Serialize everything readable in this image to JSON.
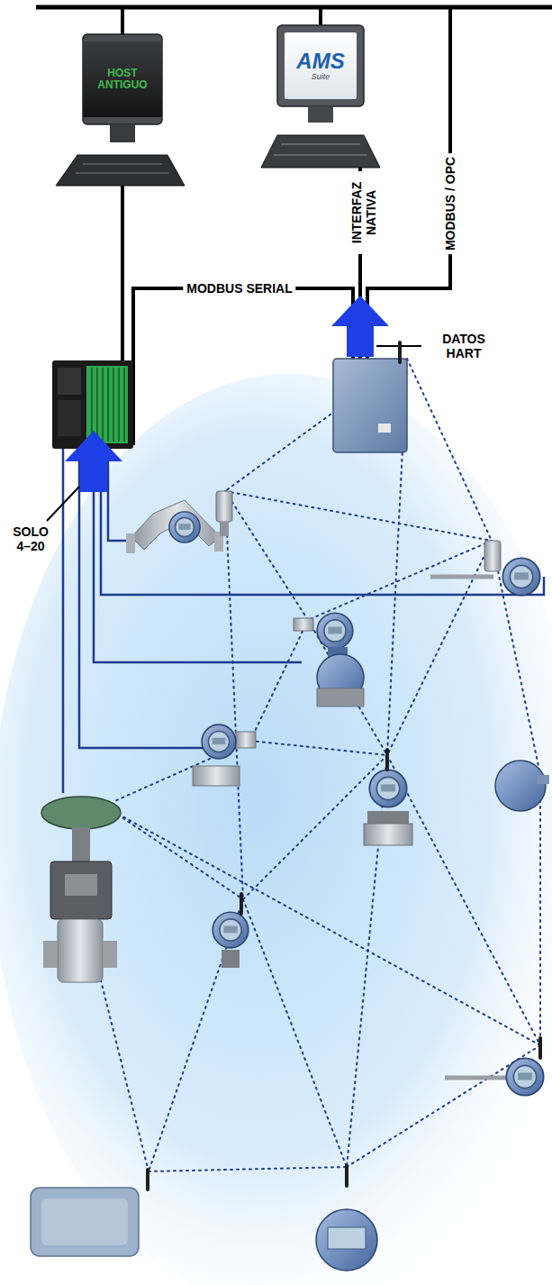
{
  "diagram": {
    "nodes": [
      {
        "text": [
          "HOST ANTIGUO"
        ]
      },
      {
        "text": [
          "AMS",
          "Suite"
        ]
      }
    ],
    "labels": [
      "MODBUS SERIAL",
      "INTERFAZ NATIVA",
      "MODBUS / OPC",
      "DATOS HART",
      "SOLO 4–20"
    ]
  }
}
